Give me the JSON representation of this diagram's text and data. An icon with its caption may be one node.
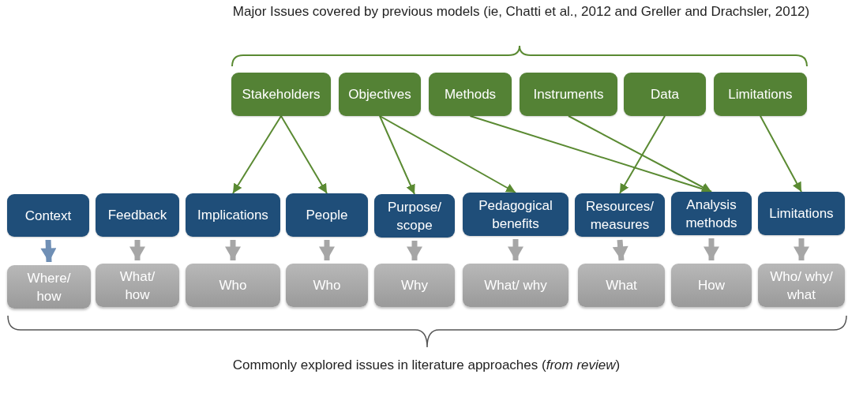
{
  "diagram": {
    "title": "Major Issues covered by previous models (ie, Chatti et al., 2012 and Greller and Drachsler, 2012)",
    "caption": "Commonly explored issues in literature approaches (*from review*)",
    "nodes": [
      {
        "text": [
          "Stakeholders"
        ]
      },
      {
        "text": [
          "Objectives"
        ]
      },
      {
        "text": [
          "Methods"
        ]
      },
      {
        "text": [
          "Instruments"
        ]
      },
      {
        "text": [
          "Data"
        ]
      },
      {
        "text": [
          "Limitations"
        ]
      },
      {
        "text": [
          "Context"
        ]
      },
      {
        "text": [
          "Feedback"
        ]
      },
      {
        "text": [
          "Implications"
        ]
      },
      {
        "text": [
          "People"
        ]
      },
      {
        "text": [
          "Purpose/ scope"
        ]
      },
      {
        "text": [
          "Pedagogical benefits"
        ]
      },
      {
        "text": [
          "Resources/ measures"
        ]
      },
      {
        "text": [
          "Analysis methods"
        ]
      },
      {
        "text": [
          "Limitations"
        ]
      },
      {
        "text": [
          "Where/ how"
        ]
      },
      {
        "text": [
          "What/ how"
        ]
      },
      {
        "text": [
          "Who"
        ]
      },
      {
        "text": [
          "Who"
        ]
      },
      {
        "text": [
          "Why"
        ]
      },
      {
        "text": [
          "What/ why"
        ]
      },
      {
        "text": [
          "What"
        ]
      },
      {
        "text": [
          "How"
        ]
      },
      {
        "text": [
          "Who/ why/ what"
        ]
      }
    ],
    "edges": [
      {
        "from": 0,
        "to": 8,
        "arrow": "to",
        "color": "#5a8a32"
      },
      {
        "from": 0,
        "to": 9,
        "arrow": "to",
        "color": "#5a8a32"
      },
      {
        "from": 1,
        "to": 10,
        "arrow": "to",
        "color": "#5a8a32"
      },
      {
        "from": 1,
        "to": 11,
        "arrow": "to",
        "color": "#5a8a32"
      },
      {
        "from": 2,
        "to": 13,
        "arrow": "to",
        "color": "#5a8a32"
      },
      {
        "from": 3,
        "to": 13,
        "arrow": "to",
        "color": "#5a8a32"
      },
      {
        "from": 4,
        "to": 12,
        "arrow": "to",
        "color": "#5a8a32"
      },
      {
        "from": 5,
        "to": 14,
        "arrow": "to",
        "color": "#5a8a32"
      },
      {
        "from": 6,
        "to": 15,
        "arrow": "to",
        "color": "#6f8fb5"
      },
      {
        "from": 7,
        "to": 16,
        "arrow": "to",
        "color": "#a6a6a6"
      },
      {
        "from": 8,
        "to": 17,
        "arrow": "to",
        "color": "#a6a6a6"
      },
      {
        "from": 9,
        "to": 18,
        "arrow": "to",
        "color": "#a6a6a6"
      },
      {
        "from": 10,
        "to": 19,
        "arrow": "to",
        "color": "#a6a6a6"
      },
      {
        "from": 11,
        "to": 20,
        "arrow": "to",
        "color": "#a6a6a6"
      },
      {
        "from": 12,
        "to": 21,
        "arrow": "to",
        "color": "#a6a6a6"
      },
      {
        "from": 13,
        "to": 22,
        "arrow": "to",
        "color": "#a6a6a6"
      },
      {
        "from": 14,
        "to": 23,
        "arrow": "to",
        "color": "#a6a6a6"
      }
    ]
  }
}
